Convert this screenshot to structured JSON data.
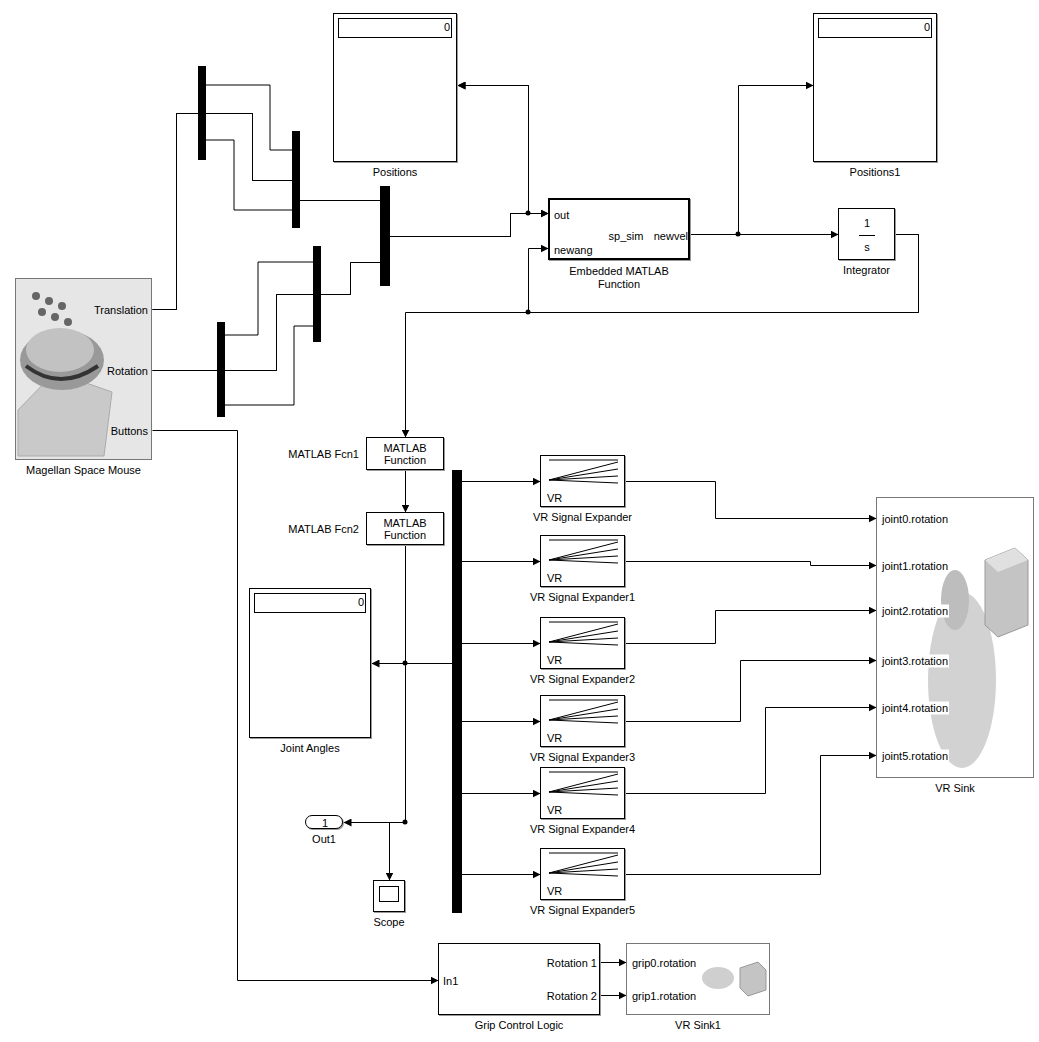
{
  "diagram": {
    "nodes": [
      {
        "text": [
          "Translation",
          "Rotation",
          "Buttons",
          "Magellan Space Mouse"
        ]
      },
      {
        "text": [
          "0",
          "Positions"
        ]
      },
      {
        "text": [
          "0",
          "Positions1"
        ]
      },
      {
        "text": [
          "out",
          "newang",
          "sp_sim",
          "newvel",
          "Embedded MATLAB Function"
        ]
      },
      {
        "text": [
          "1",
          "s",
          "Integrator"
        ]
      },
      {
        "text": [
          "MATLAB Function",
          "MATLAB Fcn1"
        ]
      },
      {
        "text": [
          "MATLAB Function",
          "MATLAB Fcn2"
        ]
      },
      {
        "text": [
          "0",
          "Joint Angles"
        ]
      },
      {
        "text": [
          "1",
          "Out1"
        ]
      },
      {
        "text": [
          "Scope"
        ]
      },
      {
        "text": [
          "VR",
          "VR Signal Expander"
        ]
      },
      {
        "text": [
          "VR",
          "VR Signal Expander1"
        ]
      },
      {
        "text": [
          "VR",
          "VR Signal Expander2"
        ]
      },
      {
        "text": [
          "VR",
          "VR Signal Expander3"
        ]
      },
      {
        "text": [
          "VR",
          "VR Signal Expander4"
        ]
      },
      {
        "text": [
          "VR",
          "VR Signal Expander5"
        ]
      },
      {
        "text": [
          "joint0.rotation",
          "joint1.rotation",
          "joint2.rotation",
          "joint3.rotation",
          "joint4.rotation",
          "joint5.rotation",
          "VR Sink"
        ]
      },
      {
        "text": [
          "In1",
          "Rotation 1",
          "Rotation 2",
          "Grip Control Logic"
        ]
      },
      {
        "text": [
          "grip0.rotation",
          "grip1.rotation",
          "VR Sink1"
        ]
      }
    ],
    "edges": [
      {
        "from": 0,
        "to": 1,
        "arrow": "to"
      },
      {
        "from": 0,
        "to": 3,
        "arrow": "to"
      },
      {
        "from": 0,
        "to": 1,
        "arrow": "to"
      },
      {
        "from": 0,
        "to": 3,
        "arrow": "to"
      },
      {
        "from": 3,
        "to": 2,
        "arrow": "to"
      },
      {
        "from": 3,
        "to": 4,
        "arrow": "to"
      },
      {
        "from": 4,
        "to": 3,
        "arrow": "to"
      },
      {
        "from": 4,
        "to": 5,
        "arrow": "to"
      },
      {
        "from": 5,
        "to": 6,
        "arrow": "to"
      },
      {
        "from": 6,
        "to": 7,
        "arrow": "to"
      },
      {
        "from": 6,
        "to": 10,
        "arrow": "to"
      },
      {
        "from": 6,
        "to": 11,
        "arrow": "to"
      },
      {
        "from": 6,
        "to": 12,
        "arrow": "to"
      },
      {
        "from": 6,
        "to": 13,
        "arrow": "to"
      },
      {
        "from": 6,
        "to": 14,
        "arrow": "to"
      },
      {
        "from": 6,
        "to": 15,
        "arrow": "to"
      },
      {
        "from": 6,
        "to": 8,
        "arrow": "to"
      },
      {
        "from": 6,
        "to": 9,
        "arrow": "to"
      },
      {
        "from": 10,
        "to": 16,
        "arrow": "to"
      },
      {
        "from": 11,
        "to": 16,
        "arrow": "to"
      },
      {
        "from": 12,
        "to": 16,
        "arrow": "to"
      },
      {
        "from": 13,
        "to": 16,
        "arrow": "to"
      },
      {
        "from": 14,
        "to": 16,
        "arrow": "to"
      },
      {
        "from": 15,
        "to": 16,
        "arrow": "to"
      },
      {
        "from": 0,
        "to": 17,
        "arrow": "to"
      },
      {
        "from": 17,
        "to": 18,
        "arrow": "to"
      },
      {
        "from": 17,
        "to": 18,
        "arrow": "to"
      }
    ]
  }
}
